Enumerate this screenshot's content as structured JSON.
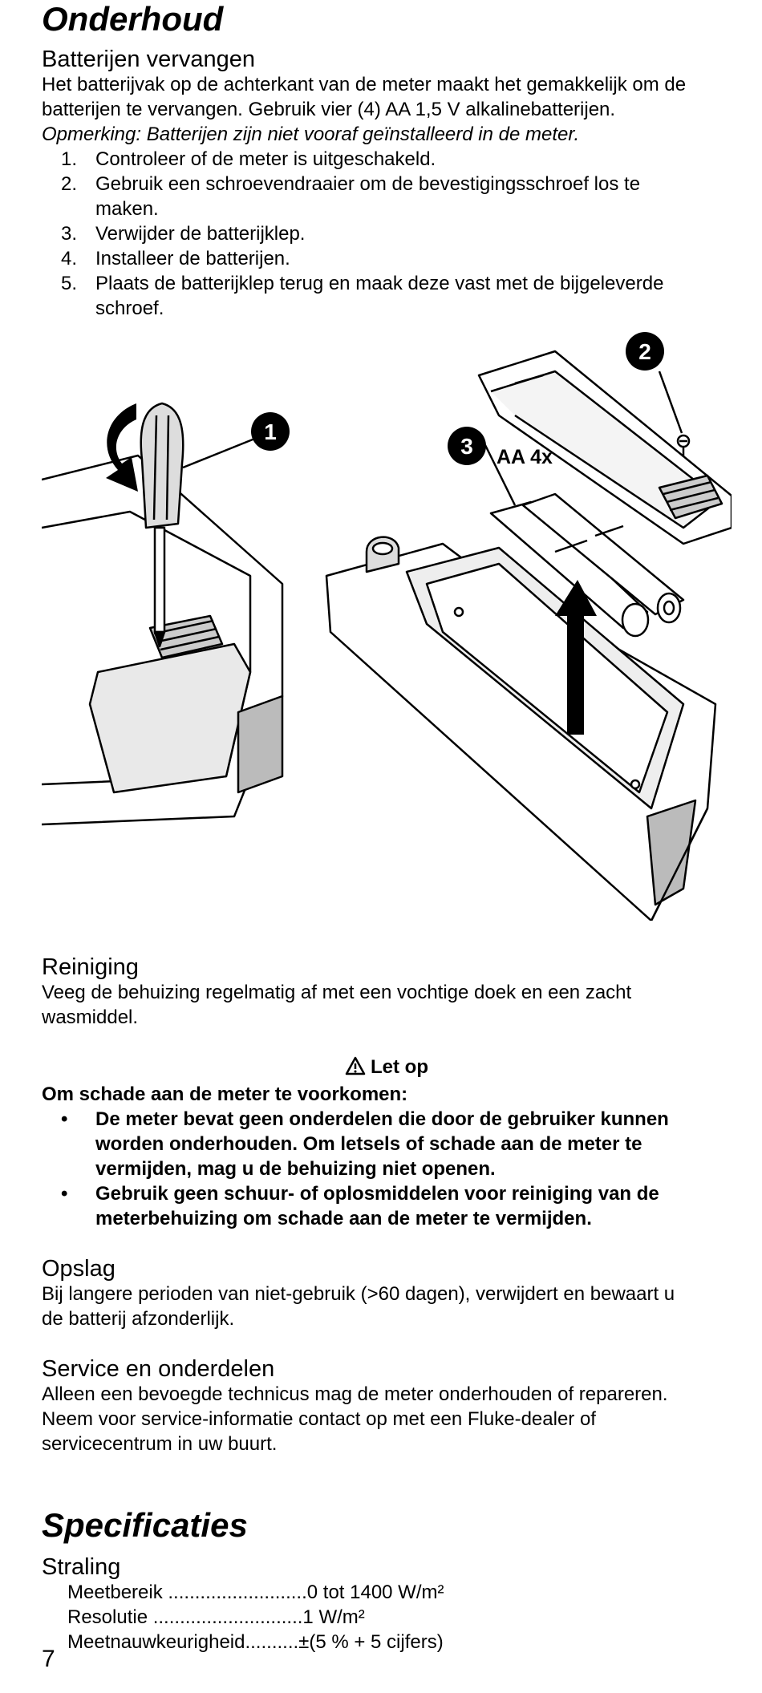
{
  "maintenance": {
    "title": "Onderhoud",
    "battery": {
      "heading": "Batterijen vervangen",
      "intro_lines": [
        "Het batterijvak op de achterkant van de meter maakt het gemakkelijk om de",
        "batterijen te vervangen. Gebruik vier (4) AA 1,5 V alkalinebatterijen."
      ],
      "note": "Opmerking: Batterijen zijn niet vooraf geïnstalleerd in de meter.",
      "steps": [
        {
          "num": "1.",
          "lines": [
            "Controleer of de meter is uitgeschakeld."
          ]
        },
        {
          "num": "2.",
          "lines": [
            "Gebruik een schroevendraaier om de bevestigingsschroef los te",
            "maken."
          ]
        },
        {
          "num": "3.",
          "lines": [
            "Verwijder de batterijklep."
          ]
        },
        {
          "num": "4.",
          "lines": [
            "Installeer de batterijen."
          ]
        },
        {
          "num": "5.",
          "lines": [
            "Plaats de batterijklep terug en maak deze vast met de bijgeleverde",
            "schroef."
          ]
        }
      ],
      "figure": {
        "callout1": "1",
        "callout2": "2",
        "callout3": "3",
        "battery_label": "AA 4x"
      }
    },
    "cleaning": {
      "heading": "Reiniging",
      "lines": [
        "Veeg de behuizing regelmatig af met een vochtige doek en een zacht",
        "wasmiddel."
      ]
    },
    "caution": {
      "title": "Let op",
      "lead": "Om schade aan de meter te voorkomen:",
      "bullets": [
        {
          "lines": [
            "De meter bevat geen onderdelen die door de gebruiker kunnen",
            "worden onderhouden. Om letsels of schade aan de meter te",
            "vermijden, mag u de behuizing niet openen."
          ]
        },
        {
          "lines": [
            "Gebruik geen schuur- of oplosmiddelen voor reiniging van de",
            "meterbehuizing om schade aan de meter te vermijden."
          ]
        }
      ]
    },
    "storage": {
      "heading": "Opslag",
      "lines": [
        "Bij langere perioden van niet-gebruik (>60 dagen), verwijdert en bewaart u",
        "de batterij afzonderlijk."
      ]
    },
    "service": {
      "heading": "Service en onderdelen",
      "lines": [
        "Alleen een bevoegde technicus mag de meter onderhouden of repareren.",
        "Neem voor service-informatie contact op met een Fluke-dealer of",
        "servicecentrum in uw buurt."
      ]
    }
  },
  "specs": {
    "title": "Specificaties",
    "radiation": {
      "heading": "Straling",
      "rows": [
        "Meetbereik ..........................0 tot 1400 W/m²",
        "Resolutie ............................1 W/m²",
        "Meetnauwkeurigheid..........±(5 % + 5 cijfers)"
      ]
    }
  },
  "page_number": "7"
}
